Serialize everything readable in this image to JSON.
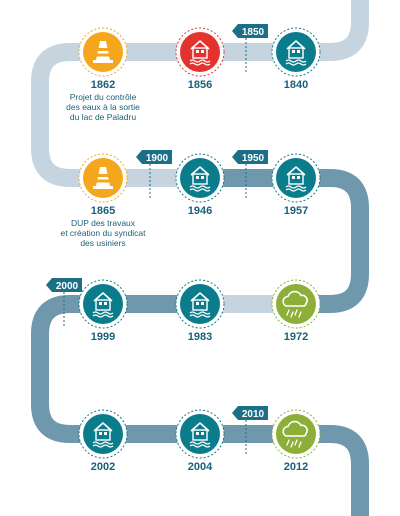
{
  "colors": {
    "track_light": "#c5d4de",
    "track_dark": "#6f98ad",
    "teal": "#0b7c8c",
    "red": "#e2332f",
    "orange": "#f4a71d",
    "green": "#8daf39",
    "flag": "#1b6f86",
    "text": "#1b5f78",
    "white": "#ffffff"
  },
  "events": [
    {
      "year": "1862",
      "caption": [
        "Projet du contrôle",
        "des eaux à la sortie",
        "du lac de Paladru"
      ],
      "icon": "traffic-cone-icon",
      "color": "orange"
    },
    {
      "year": "1856",
      "caption": [],
      "icon": "flooded-house-icon",
      "color": "red"
    },
    {
      "year": "1840",
      "caption": [],
      "icon": "flooded-house-icon",
      "color": "teal"
    },
    {
      "year": "1865",
      "caption": [
        "DUP des travaux",
        "et création du syndicat",
        "des usiniers"
      ],
      "icon": "traffic-cone-icon",
      "color": "orange"
    },
    {
      "year": "1946",
      "caption": [],
      "icon": "flooded-house-icon",
      "color": "teal"
    },
    {
      "year": "1957",
      "caption": [],
      "icon": "flooded-house-icon",
      "color": "teal"
    },
    {
      "year": "1999",
      "caption": [],
      "icon": "flooded-house-icon",
      "color": "teal"
    },
    {
      "year": "1983",
      "caption": [],
      "icon": "flooded-house-icon",
      "color": "teal"
    },
    {
      "year": "1972",
      "caption": [],
      "icon": "rain-cloud-icon",
      "color": "green"
    },
    {
      "year": "2002",
      "caption": [],
      "icon": "flooded-house-icon",
      "color": "teal"
    },
    {
      "year": "2004",
      "caption": [],
      "icon": "flooded-house-icon",
      "color": "teal"
    },
    {
      "year": "2012",
      "caption": [],
      "icon": "rain-cloud-icon",
      "color": "green"
    }
  ],
  "flags": [
    {
      "label": "1850"
    },
    {
      "label": "1900"
    },
    {
      "label": "1950"
    },
    {
      "label": "2000"
    },
    {
      "label": "2010"
    }
  ]
}
